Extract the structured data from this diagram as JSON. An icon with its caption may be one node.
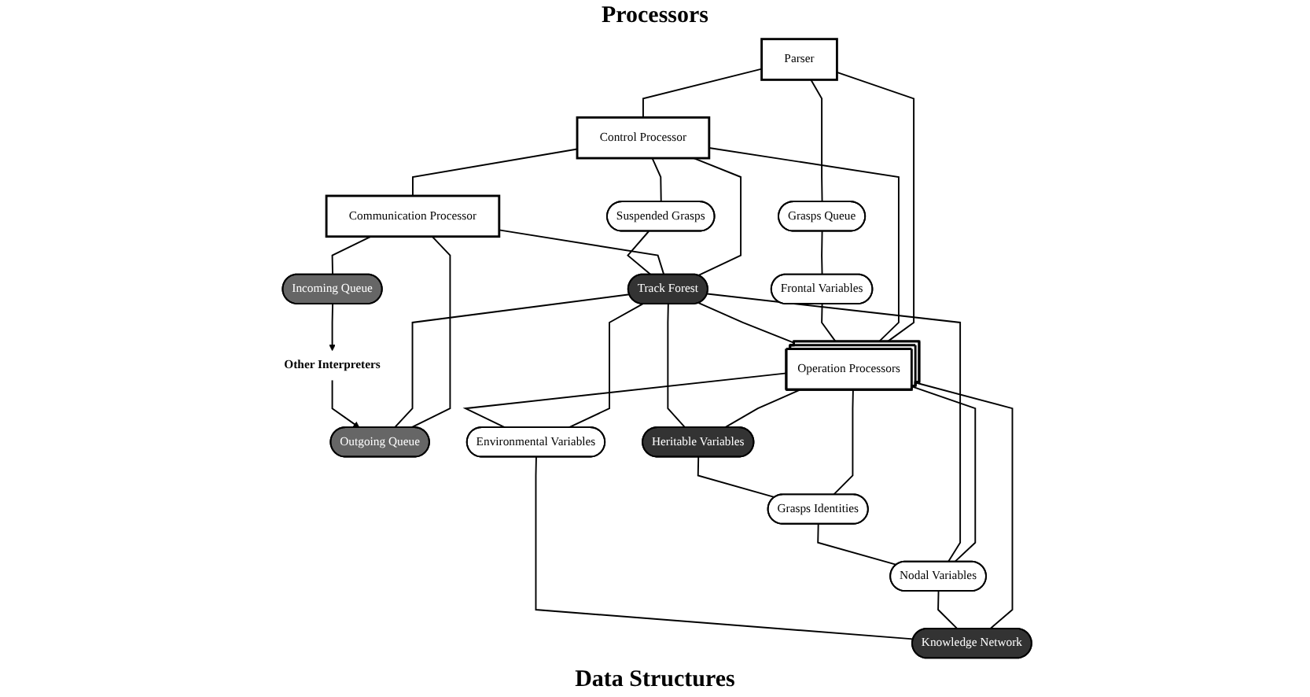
{
  "diagram": {
    "nodes": [
      {
        "text": [
          "Parser"
        ]
      },
      {
        "text": [
          "Control Processor"
        ]
      },
      {
        "text": [
          "Communication Processor"
        ]
      },
      {
        "text": [
          "Incoming Queue"
        ]
      },
      {
        "text": [
          "Grasps Queue"
        ]
      },
      {
        "text": [
          "Suspended Grasps"
        ]
      },
      {
        "text": [
          "Track Forest"
        ]
      },
      {
        "text": [
          "Outgoing Queue"
        ]
      },
      {
        "text": [
          "Frontal Variables"
        ]
      },
      {
        "text": [
          "Operation Processors"
        ]
      },
      {
        "text": [
          "Environmental Variables"
        ]
      },
      {
        "text": [
          "Heritable Variables"
        ]
      },
      {
        "text": [
          "Grasps Identities"
        ]
      },
      {
        "text": [
          "Nodal Variables"
        ]
      },
      {
        "text": [
          "Knowledge Network"
        ]
      },
      {
        "text": [
          "Other Interpreters"
        ]
      }
    ],
    "edges": [
      {
        "from": 0,
        "to": 1,
        "arrow": "none"
      },
      {
        "from": 1,
        "to": 2,
        "arrow": "none"
      },
      {
        "from": 2,
        "to": 3,
        "arrow": "none"
      },
      {
        "from": 0,
        "to": 4,
        "arrow": "none"
      },
      {
        "from": 0,
        "to": 9,
        "arrow": "none"
      },
      {
        "from": 1,
        "to": 9,
        "arrow": "none"
      },
      {
        "from": 1,
        "to": 5,
        "arrow": "none"
      },
      {
        "from": 1,
        "to": 6,
        "arrow": "none"
      },
      {
        "from": 2,
        "to": 6,
        "arrow": "none"
      },
      {
        "from": 2,
        "to": 7,
        "arrow": "none"
      },
      {
        "from": 5,
        "to": 6,
        "arrow": "none"
      },
      {
        "from": 6,
        "to": 7,
        "arrow": "none"
      },
      {
        "from": 4,
        "to": 8,
        "arrow": "none"
      },
      {
        "from": 8,
        "to": 9,
        "arrow": "none"
      },
      {
        "from": 6,
        "to": 9,
        "arrow": "none"
      },
      {
        "from": 6,
        "to": 10,
        "arrow": "none"
      },
      {
        "from": 9,
        "to": 10,
        "arrow": "none"
      },
      {
        "from": 9,
        "to": 14,
        "arrow": "none"
      },
      {
        "from": 9,
        "to": 13,
        "arrow": "none"
      },
      {
        "from": 9,
        "to": 11,
        "arrow": "none"
      },
      {
        "from": 9,
        "to": 12,
        "arrow": "none"
      },
      {
        "from": 11,
        "to": 6,
        "arrow": "none"
      },
      {
        "from": 6,
        "to": 13,
        "arrow": "none"
      },
      {
        "from": 11,
        "to": 12,
        "arrow": "none"
      },
      {
        "from": 12,
        "to": 13,
        "arrow": "none"
      },
      {
        "from": 13,
        "to": 14,
        "arrow": "none"
      },
      {
        "from": 10,
        "to": 14,
        "arrow": "none"
      },
      {
        "from": 3,
        "to": 15,
        "arrow": "to"
      },
      {
        "from": 15,
        "to": 7,
        "arrow": "to"
      }
    ],
    "labels": [
      "Processors",
      "Data Structures"
    ]
  }
}
